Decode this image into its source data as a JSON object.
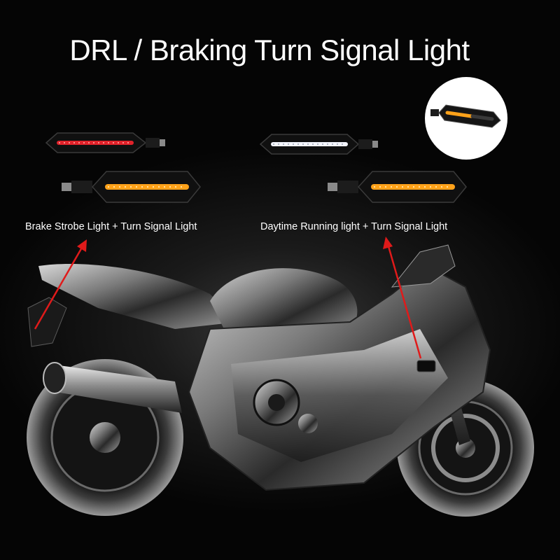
{
  "title": "DRL / Braking Turn Signal Light",
  "captions": {
    "left": "Brake Strobe Light + Turn Signal Light",
    "right": "Daytime Running light + Turn Signal Light"
  },
  "colors": {
    "red_led": "#e0222a",
    "amber_led": "#ffa21a",
    "white_led": "#f4f6ff",
    "arrow": "#e01a1a",
    "housing": "#101010"
  },
  "icons": {
    "arrow_left": "red-arrow",
    "arrow_right": "red-arrow"
  }
}
